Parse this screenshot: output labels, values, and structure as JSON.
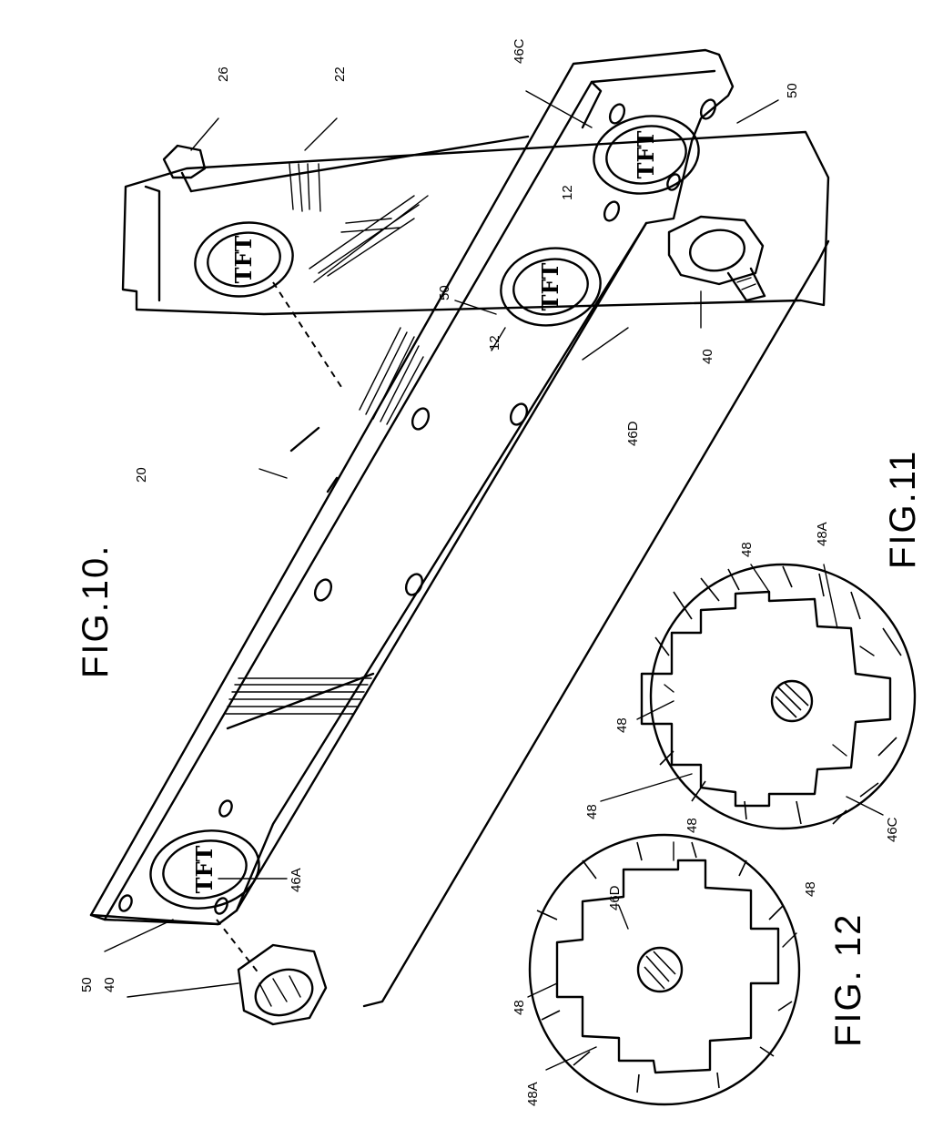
{
  "figures": {
    "fig10": "FIG.10.",
    "fig11": "FIG.11",
    "fig12": "FIG. 12"
  },
  "labels": {
    "l26": "26",
    "l22": "22",
    "l46c": "46C",
    "l50_tr": "50",
    "l20": "20",
    "l50_mid": "50",
    "l12_a": "12",
    "l12_b": "12",
    "l46d": "46D",
    "l40_right": "40",
    "l46a": "46A",
    "l50_left": "50",
    "l40_left": "40",
    "l48_11a": "48",
    "l48a_11": "48A",
    "l48_11b": "48",
    "l48_11c": "48",
    "l46c_11": "46C",
    "l48_12a": "48",
    "l46d_12": "46D",
    "l48_12b": "48",
    "l48_12c": "48",
    "l48a_12": "48A"
  },
  "seal_mark": "TFT"
}
